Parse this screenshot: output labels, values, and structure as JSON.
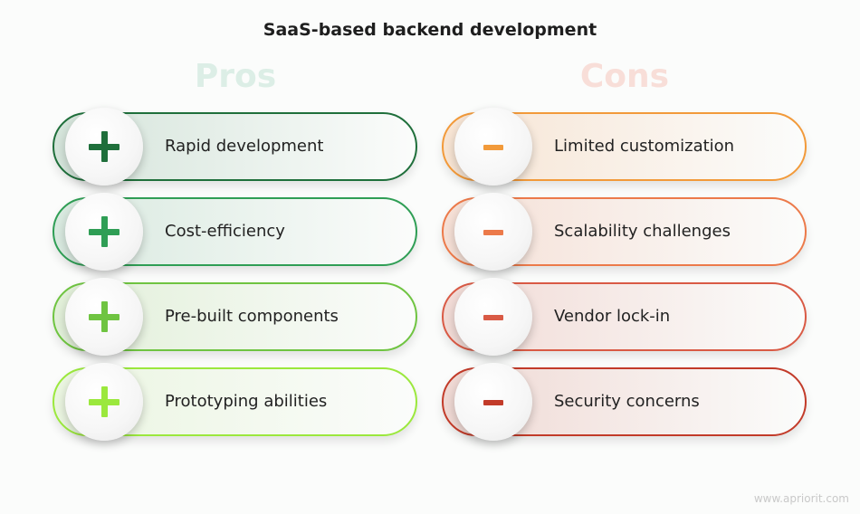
{
  "title": "SaaS-based backend development",
  "pros": {
    "heading": "Pros",
    "items": [
      {
        "label": "Rapid development",
        "color": "#1f6f3b",
        "fill": "#d4e4da"
      },
      {
        "label": "Cost-efficiency",
        "color": "#2f9e55",
        "fill": "#d8e9df"
      },
      {
        "label": "Pre-built components",
        "color": "#6fc441",
        "fill": "#e1efd8"
      },
      {
        "label": "Prototyping abilities",
        "color": "#9be83d",
        "fill": "#eaf5e0"
      }
    ]
  },
  "cons": {
    "heading": "Cons",
    "items": [
      {
        "label": "Limited customization",
        "color": "#f29a3a",
        "fill": "#f7e4d3"
      },
      {
        "label": "Scalability challenges",
        "color": "#ec7a4a",
        "fill": "#f5dfd5"
      },
      {
        "label": "Vendor lock-in",
        "color": "#d95a45",
        "fill": "#f1dad5"
      },
      {
        "label": "Security concerns",
        "color": "#c23b29",
        "fill": "#efd8d3"
      }
    ]
  },
  "watermark": "www.apriorit.com"
}
